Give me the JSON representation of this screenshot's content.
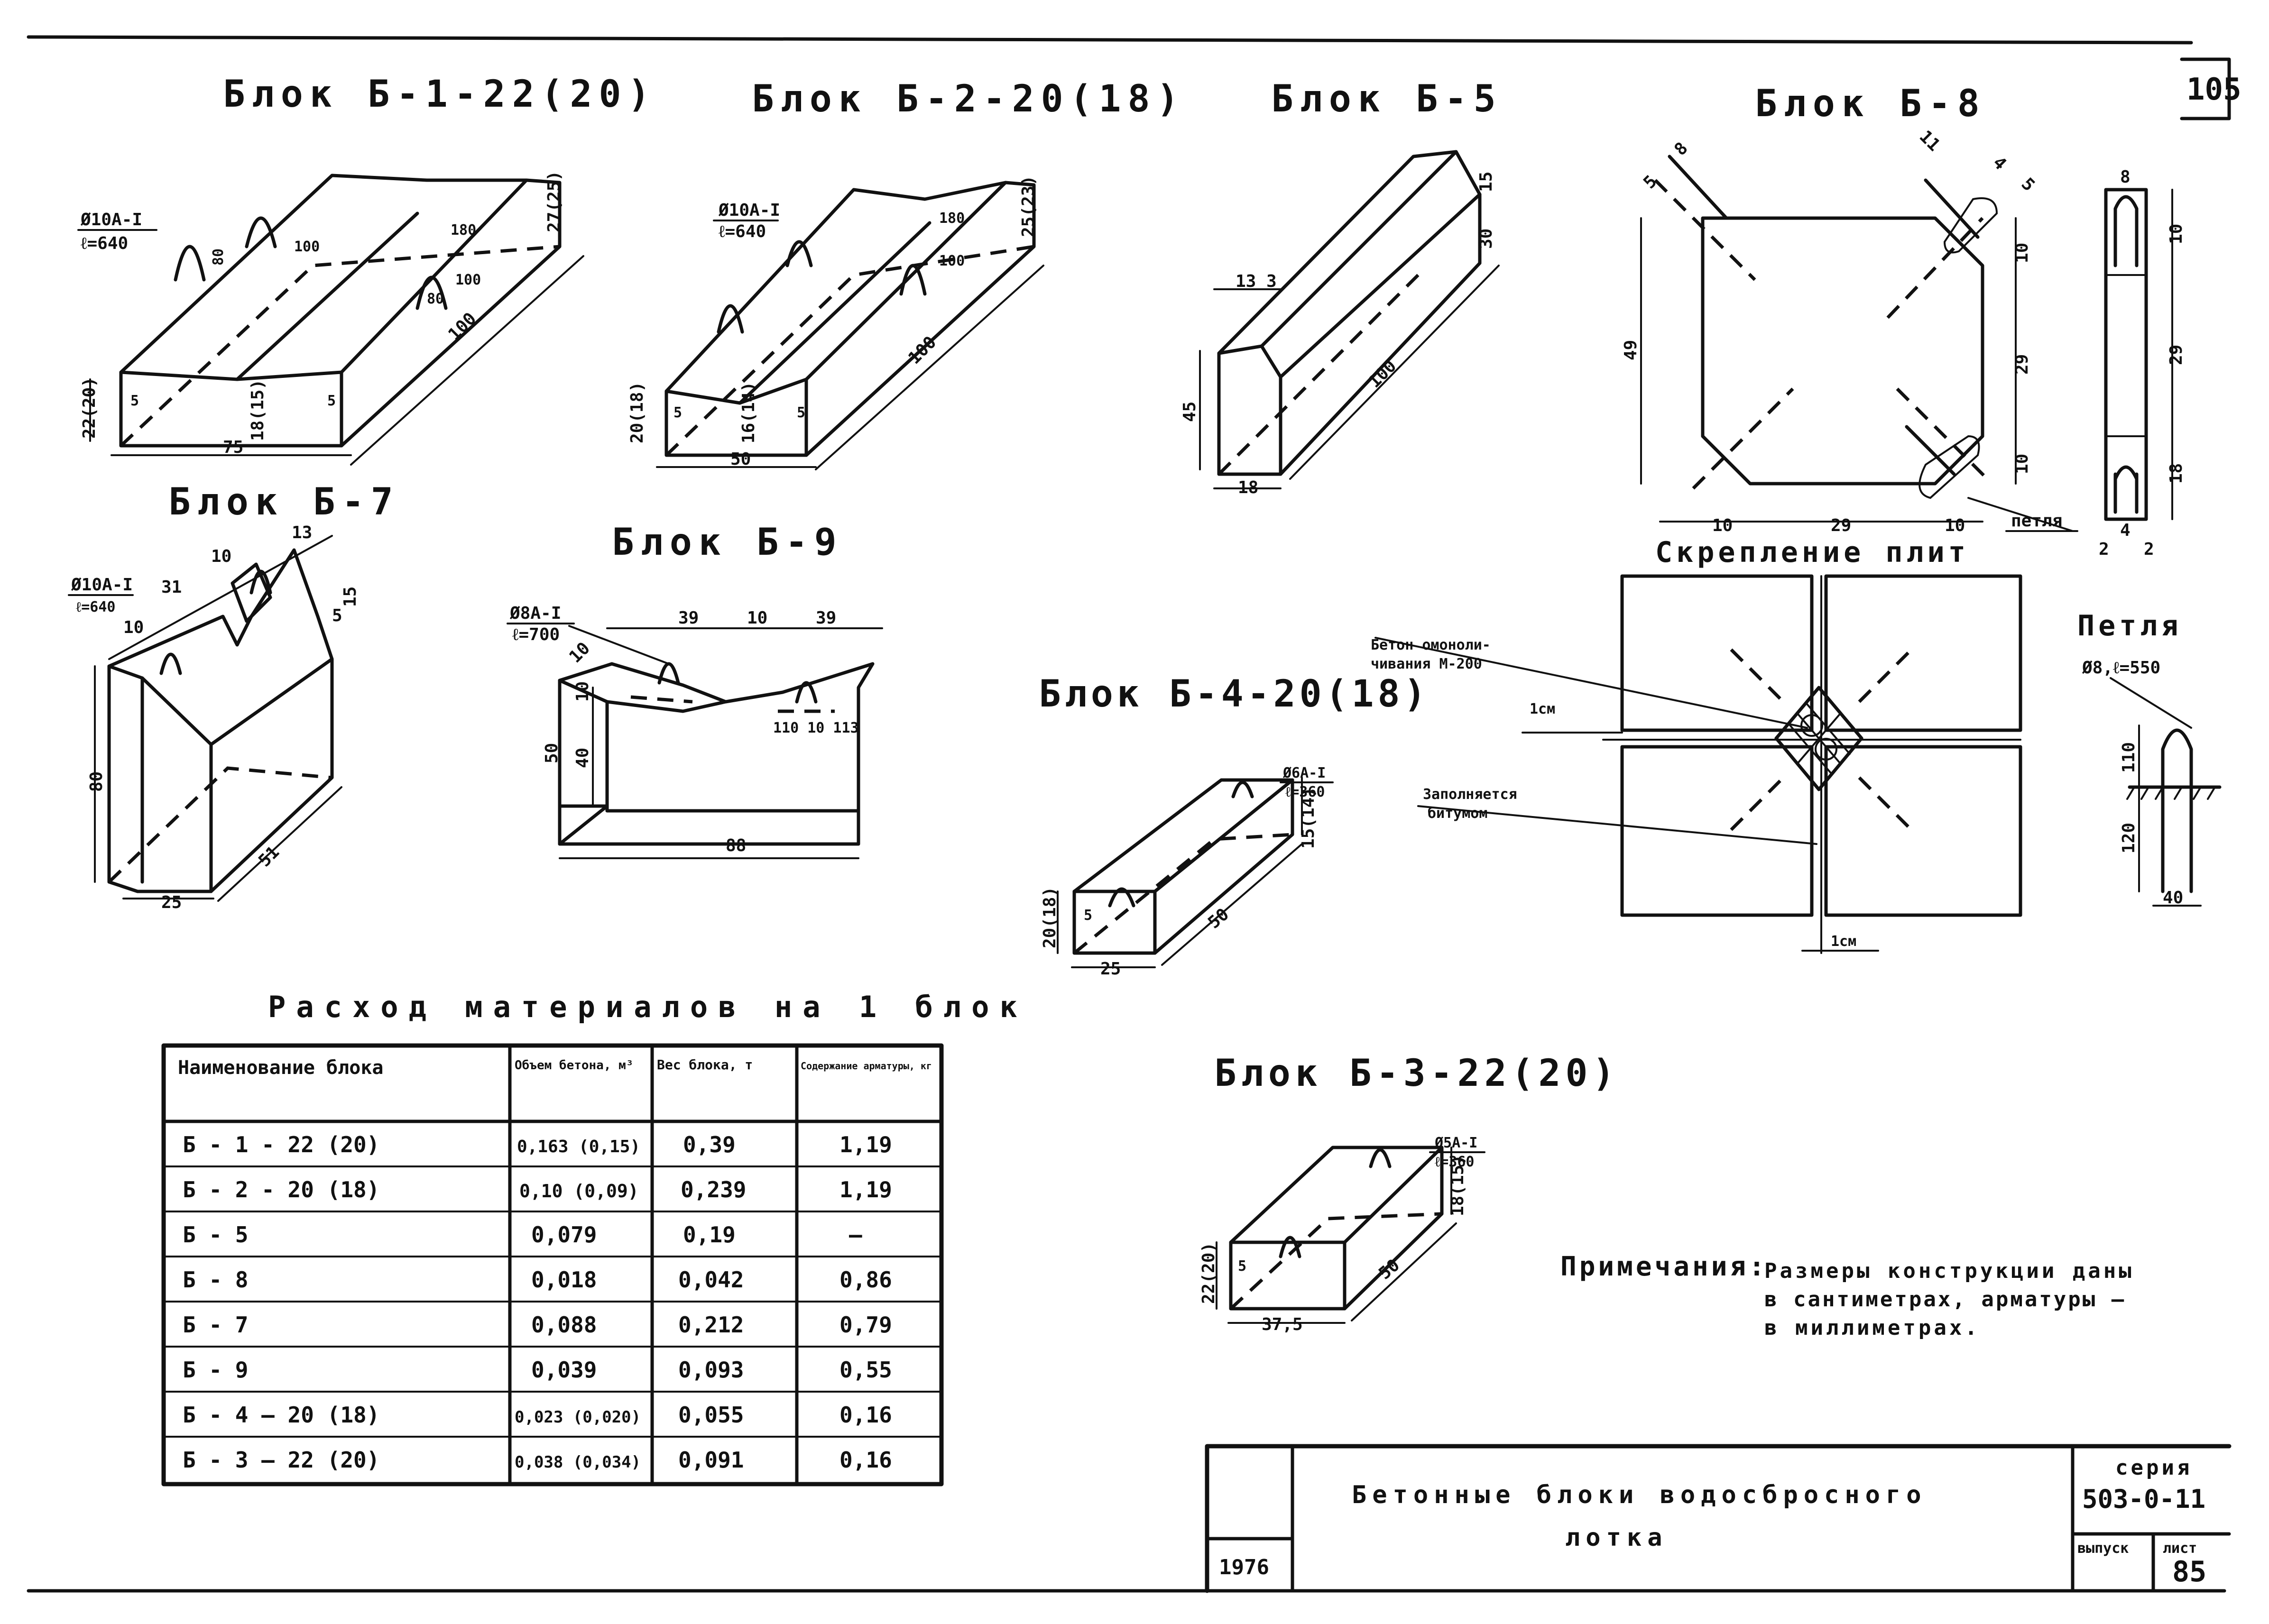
{
  "page_number": "105",
  "blocks": {
    "b1": {
      "title": "Блок Б-1-22(20)",
      "rebar_dia": "Ø10А-I",
      "rebar_len": "ℓ=640",
      "d_height": "22(20)",
      "d_width": "75",
      "d_length": "100",
      "d_mid": "18(15)",
      "d_side": "27(25)",
      "d_80": "80",
      "d_100a": "100",
      "d_100b": "100",
      "d_180": "180",
      "d_5a": "5",
      "d_5b": "5",
      "d_80b": "80"
    },
    "b2": {
      "title": "Блок Б-2-20(18)",
      "rebar_dia": "Ø10А-I",
      "rebar_len": "ℓ=640",
      "d_height": "20(18)",
      "d_width": "50",
      "d_length": "100",
      "d_mid": "16(14)",
      "d_side": "25(23)",
      "d_100": "100",
      "d_180": "180",
      "d_5a": "5",
      "d_5b": "5"
    },
    "b5": {
      "title": "Блок Б-5",
      "d_15": "15",
      "d_30": "30",
      "d_13": "13",
      "d_3": "3",
      "d_45": "45",
      "d_18": "18",
      "d_100": "100"
    },
    "b8": {
      "title": "Блок Б-8",
      "d_49": "49",
      "d_10a": "10",
      "d_29a": "29",
      "d_10b": "10",
      "d_10c": "10",
      "d_29b": "29",
      "d_10d": "10",
      "d_11": "11",
      "d_5a": "5",
      "d_8": "8",
      "d_4": "4",
      "d_5b": "5",
      "loop": "петля",
      "side_8": "8",
      "side_10": "10",
      "side_29": "29",
      "side_18": "18",
      "side_4": "4",
      "side_2a": "2",
      "side_2b": "2"
    },
    "b7": {
      "title": "Блок Б-7",
      "rebar_dia": "Ø10А-I",
      "rebar_len": "ℓ=640",
      "d_13": "13",
      "d_10a": "10",
      "d_31": "31",
      "d_10b": "10",
      "d_15": "15",
      "d_5": "5",
      "d_80": "80",
      "d_25": "25",
      "d_51": "51"
    },
    "b9": {
      "title": "Блок Б-9",
      "rebar_dia": "Ø8А-I",
      "rebar_len": "ℓ=700",
      "d_39a": "39",
      "d_10": "10",
      "d_39b": "39",
      "d_10b": "10",
      "d_10c": "10",
      "d_50": "50",
      "d_40": "40",
      "d_88": "88",
      "d_small": "110 10 113"
    },
    "b4": {
      "title": "Блок Б-4-20(18)",
      "rebar_dia": "Ø6А-I",
      "rebar_len": "ℓ=360",
      "d_height": "20(18)",
      "d_width": "25",
      "d_length": "50",
      "d_side": "15(14)",
      "d_5": "5"
    },
    "b3": {
      "title": "Блок Б-3-22(20)",
      "rebar_dia": "Ø5А-I",
      "rebar_len": "ℓ=360",
      "d_height": "22(20)",
      "d_width": "37,5",
      "d_length": "50",
      "d_side": "18(15)",
      "d_5": "5"
    }
  },
  "joint": {
    "title": "Скрепление плит",
    "label_concrete_1": "Бетон омоноли-",
    "label_concrete_2": "чивания М-200",
    "label_gap": "1см",
    "label_bitumen_1": "Заполняется",
    "label_bitumen_2": "битумом",
    "label_gap_bottom": "1см"
  },
  "loop": {
    "title": "Петля",
    "spec": "Ø8,ℓ=550",
    "d_110": "110",
    "d_120": "120",
    "d_40": "40"
  },
  "table": {
    "title": "Расход материалов на 1 блок",
    "headers": [
      "Наименование блока",
      "Объем бетона, м³",
      "Вес блока, т",
      "Содержание арматуры, кг"
    ],
    "rows": [
      [
        "Б - 1 - 22 (20)",
        "0,163 (0,15)",
        "0,39",
        "1,19"
      ],
      [
        "Б - 2 - 20 (18)",
        "0,10 (0,09)",
        "0,239",
        "1,19"
      ],
      [
        "Б - 5",
        "0,079",
        "0,19",
        "—"
      ],
      [
        "Б - 8",
        "0,018",
        "0,042",
        "0,86"
      ],
      [
        "Б - 7",
        "0,088",
        "0,212",
        "0,79"
      ],
      [
        "Б - 9",
        "0,039",
        "0,093",
        "0,55"
      ],
      [
        "Б - 4 — 20 (18)",
        "0,023 (0,020)",
        "0,055",
        "0,16"
      ],
      [
        "Б - 3 — 22 (20)",
        "0,038 (0,034)",
        "0,091",
        "0,16"
      ]
    ]
  },
  "notes": {
    "label": "Примечания:",
    "line1": "Размеры конструкции даны",
    "line2": "в сантиметрах, арматуры —",
    "line3": "в миллиметрах."
  },
  "title_block": {
    "title_line1": "Бетонные блоки водосбросного",
    "title_line2": "лотка",
    "year": "1976",
    "series_label": "серия",
    "series_value": "503-0-11",
    "issue_label": "выпуск",
    "sheet_label": "лист",
    "sheet_value": "85"
  }
}
